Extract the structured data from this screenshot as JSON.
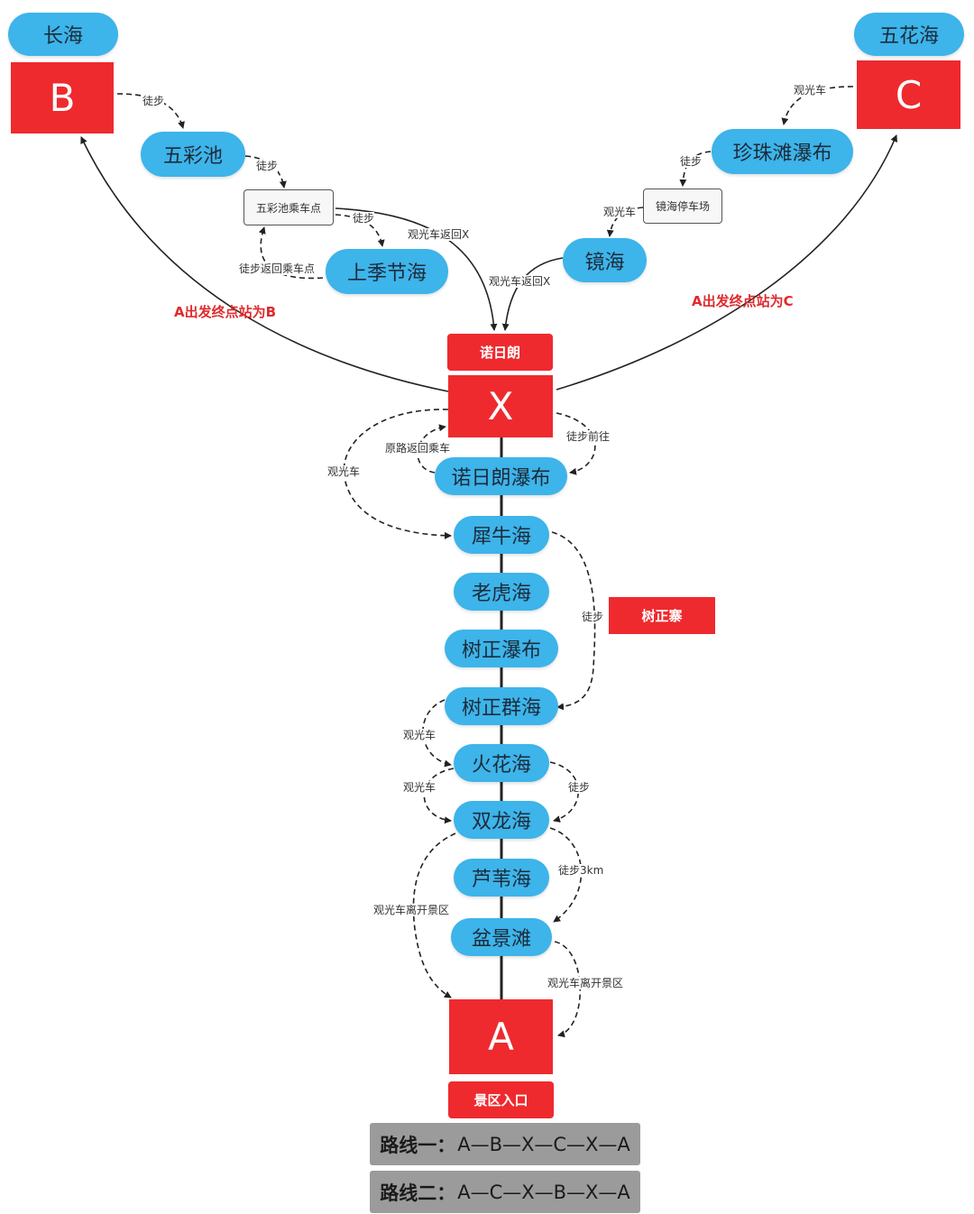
{
  "terminals": {
    "b": {
      "letter": "B",
      "name": "长海"
    },
    "c": {
      "letter": "C",
      "name": "五花海"
    },
    "x": {
      "letter": "X",
      "name": "诺日朗"
    },
    "a": {
      "letter": "A",
      "name": "景区入口"
    }
  },
  "spots": {
    "wucaichi": "五彩池",
    "wucaichi_stop": "五彩池乘车点",
    "shangjijie": "上季节海",
    "zhenzhutan": "珍珠滩瀑布",
    "jinghai_stop": "镜海停车场",
    "jinghai": "镜海",
    "nuorilang_falls": "诺日朗瀑布",
    "xiniuhai": "犀牛海",
    "laohuhai": "老虎海",
    "shuzheng_falls": "树正瀑布",
    "shuzheng_village": "树正寨",
    "shuzhengqunhai": "树正群海",
    "huohuahai": "火花海",
    "shuanglonghai": "双龙海",
    "luweihai": "芦苇海",
    "penjingtan": "盆景滩"
  },
  "edge_labels": {
    "b_wucaichi": "徒步",
    "wucaichi_stop": "徒步",
    "stop_shangjijie": "徒步",
    "shangjijie_back": "徒步返回乘车点",
    "stop_x": "观光车返回X",
    "c_zhenzhu": "观光车",
    "zhenzhu_stop": "徒步",
    "stop_jinghai": "观光车",
    "jinghai_x": "观光车返回X",
    "x_falls_walk": "徒步前往",
    "falls_back": "原路返回乘车",
    "x_xiniu_bus": "观光车",
    "xiniu_qunhai_walk": "徒步",
    "qunhai_huohua_bus": "观光车",
    "huohua_shuanglong_bus": "观光车",
    "huohua_shuanglong_walk": "徒步",
    "shuanglong_penjing": "徒步3km",
    "shuanglong_exit": "观光车离开景区",
    "penjing_exit": "观光车离开景区"
  },
  "branch_labels": {
    "left": "A出发终点站为B",
    "right": "A出发终点站为C"
  },
  "routes": [
    {
      "name": "路线一",
      "sep": "：",
      "value": "A—B—X—C—X—A"
    },
    {
      "name": "路线二",
      "sep": "：",
      "value": "A—C—X—B—X—A"
    }
  ],
  "colors": {
    "terminal_red": "#ee2a2e",
    "spot_blue": "#3db4ea",
    "route_gray": "#9b9b9b",
    "branch_text_red": "#e02a2e"
  }
}
